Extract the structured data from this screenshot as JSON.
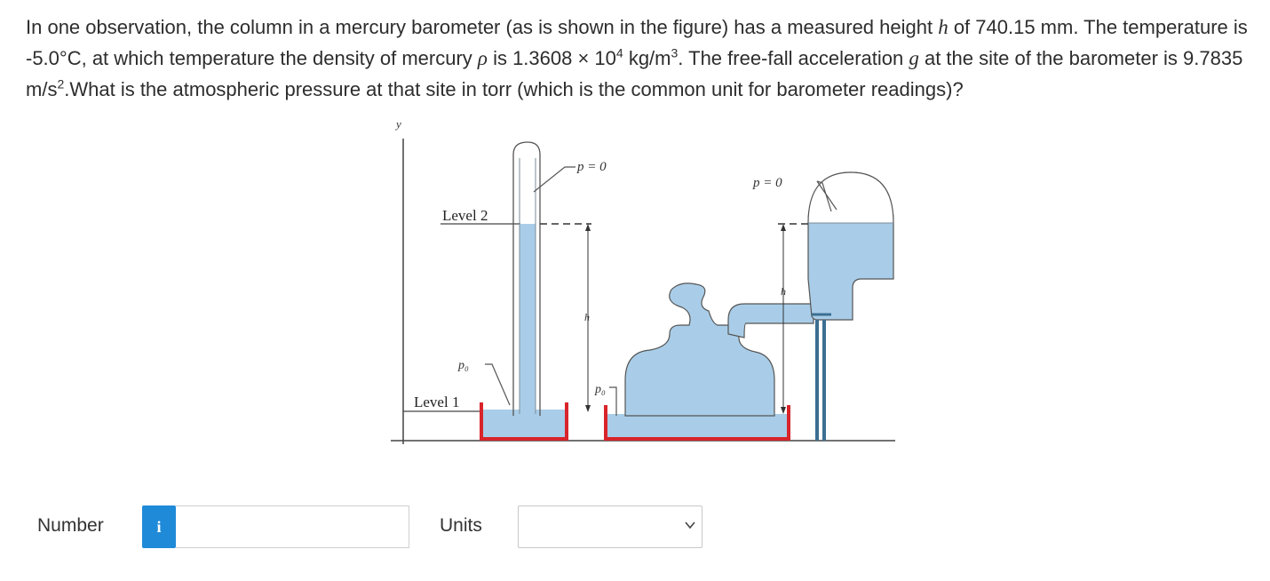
{
  "question": {
    "p1": "In one observation, the column in a mercury barometer (as is shown in the figure) has a measured height ",
    "h_var": "h",
    "p2": " of 740.15 mm. The temperature is -5.0°C, at which temperature the density of mercury ",
    "rho_var": "ρ",
    "p3": " is 1.3608 × 10",
    "exp1": "4",
    "p4": " kg/m",
    "exp2": "3",
    "p5": ". The free-fall acceleration ",
    "g_var": "g",
    "p6": " at the site of the barometer is 9.7835 m/s",
    "exp3": "2",
    "p7": ".What is the atmospheric pressure at that site in torr (which is the common unit for barometer readings)?"
  },
  "figure": {
    "y_axis": "y",
    "p_zero_left": "p = 0",
    "p_zero_right": "p = 0",
    "level2": "Level 2",
    "level1": "Level 1",
    "h_left": "h",
    "h_right": "h",
    "p0_left": "p₀",
    "p0_right": "p₀",
    "colors": {
      "mercury": "#a9cde8",
      "outline": "#555555",
      "dish": "#d8242a"
    }
  },
  "answer": {
    "number_label": "Number",
    "info_icon": "i",
    "number_value": "",
    "units_label": "Units",
    "units_selected": ""
  }
}
